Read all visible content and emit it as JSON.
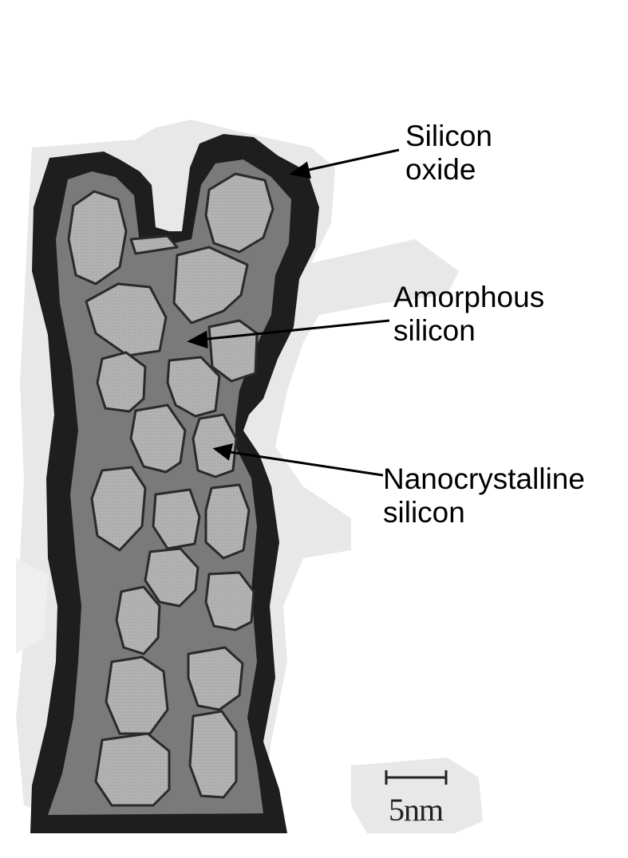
{
  "labels": {
    "oxide": {
      "line1": "Silicon",
      "line2": "oxide"
    },
    "amorphous": {
      "line1": "Amorphous",
      "line2": "silicon"
    },
    "nanocrystalline": {
      "line1": "Nanocrystalline",
      "line2": "silicon"
    }
  },
  "scale_bar": {
    "text": "5nm"
  },
  "colors": {
    "background_haze": "#e6e6e6",
    "oxide_layer": "#1e1e1e",
    "amorphous_silicon": "#7a7a7a",
    "nanocrystal_fill": "#b4b4b4",
    "nanocrystal_outline": "#2a2a2a"
  }
}
